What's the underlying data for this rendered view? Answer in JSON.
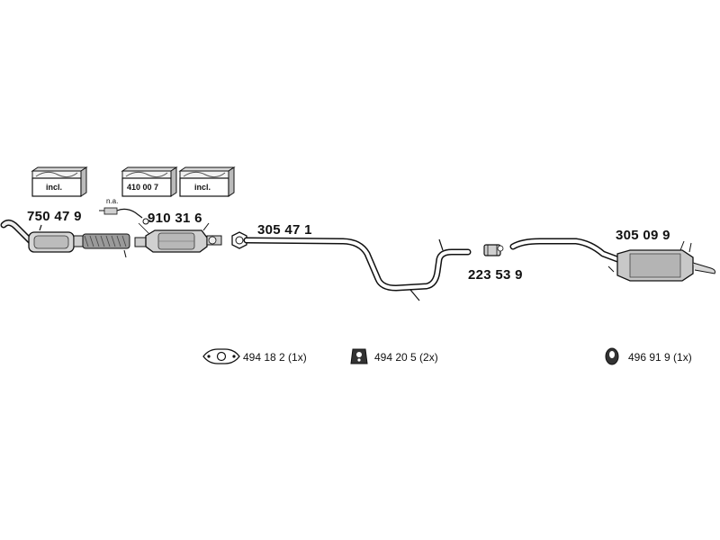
{
  "parts": {
    "p750479": "750 47 9",
    "p910316": "910 31 6",
    "p305471": "305 47 1",
    "p223539": "223 53 9",
    "p305099": "305 09 9"
  },
  "boxes": {
    "b1": "incl.",
    "b2": "410 00 7",
    "b3": "incl."
  },
  "na": "n.a.",
  "legend": {
    "gasket": "494 18 2 (1x)",
    "hanger_a": "494 20 5 (2x)",
    "hanger_b": "496 91 9 (1x)"
  }
}
